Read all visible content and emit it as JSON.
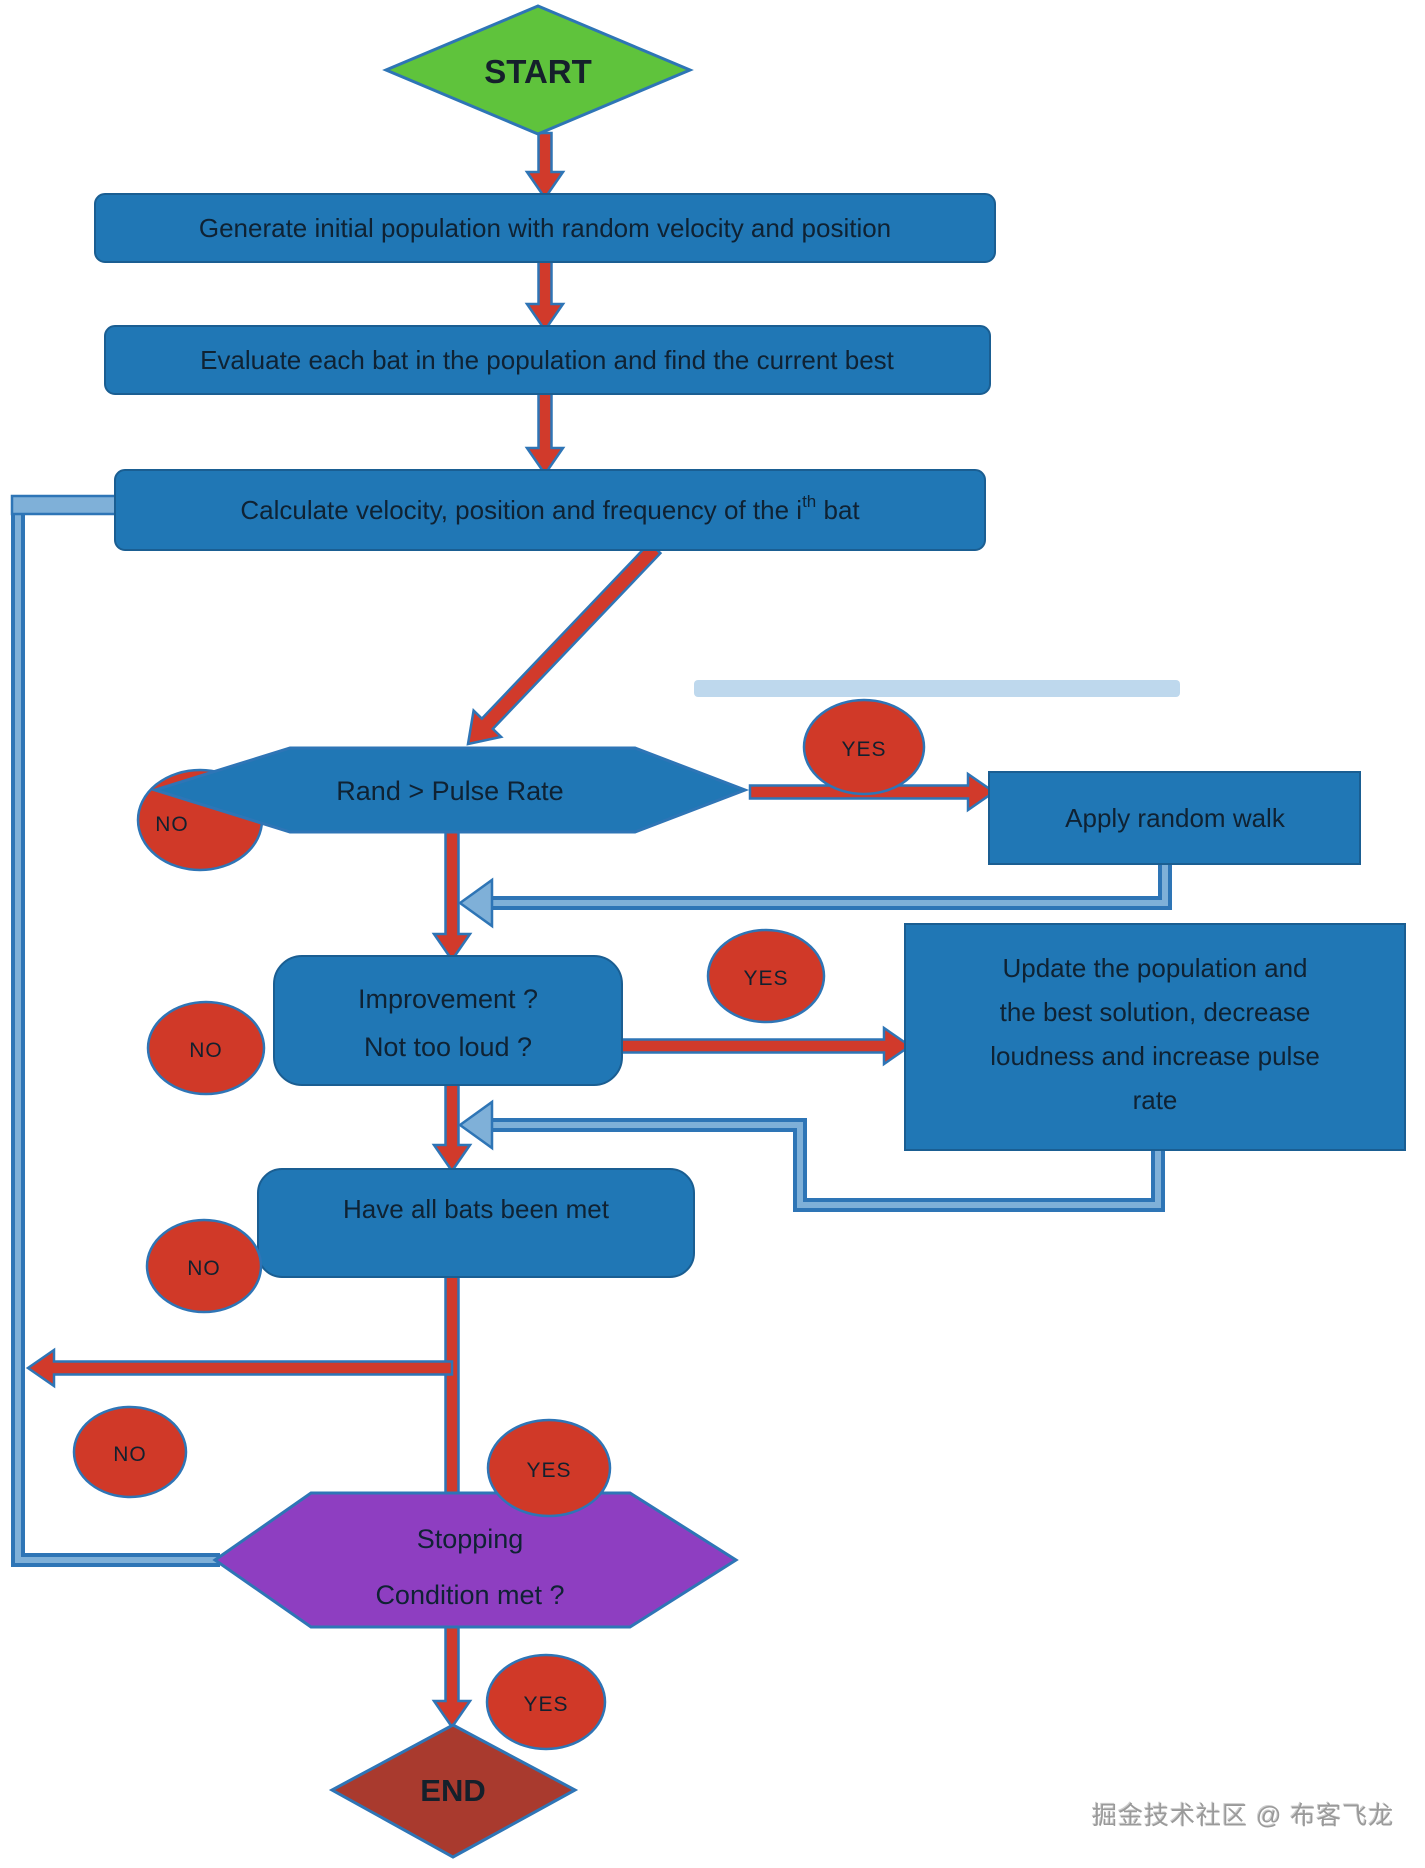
{
  "nodes": {
    "start": {
      "label": "START"
    },
    "generate": {
      "label": "Generate initial population with random velocity and position"
    },
    "evaluate": {
      "label": "Evaluate each bat in the population and find the current best"
    },
    "calculate": {
      "pre": "Calculate velocity, position and frequency of the i",
      "sup": "th",
      "post": " bat"
    },
    "rand_pulse": {
      "label": "Rand > Pulse Rate"
    },
    "apply_walk": {
      "label": "Apply random walk"
    },
    "improvement": {
      "line1": "Improvement ?",
      "line2": "Not too loud ?"
    },
    "update": {
      "line1": "Update the population and",
      "line2": "the best solution, decrease",
      "line3": "loudness and increase pulse",
      "line4": "rate"
    },
    "all_bats": {
      "label": "Have all bats been met"
    },
    "stopping": {
      "line1": "Stopping",
      "line2": "Condition met ?"
    },
    "end": {
      "label": "END"
    }
  },
  "badges": {
    "rand_no": "NO",
    "rand_yes": "YES",
    "improvement_no": "NO",
    "improvement_yes": "YES",
    "allbats_no": "NO",
    "stopping_no": "NO",
    "stopping_yes": "YES",
    "end_yes": "YES"
  },
  "watermark": "掘金技术社区 @ 布客飞龙",
  "colors": {
    "node_fill": "#2077B5",
    "start_fill": "#5FC33C",
    "stopping_fill": "#8E3EC1",
    "end_fill": "#A93A2E",
    "badge_fill": "#D03928",
    "arrow_red": "#D13A2B",
    "arrow_blue_core": "#7FB0D8",
    "outline_blue": "#2E75B6"
  }
}
